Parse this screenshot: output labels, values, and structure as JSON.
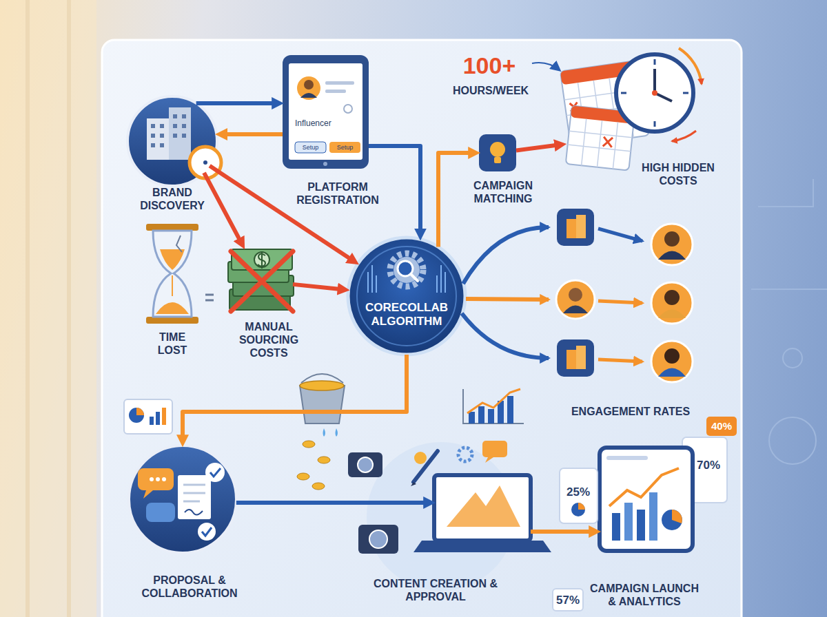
{
  "diagram": {
    "nodes": [
      {
        "text": [
          "BRAND DISCOVERY"
        ]
      },
      {
        "text": [
          "PLATFORM REGISTRATION",
          "Influencer",
          "Setup",
          "Setup"
        ]
      },
      {
        "text": [
          "CAMPAIGN MATCHING"
        ]
      },
      {
        "text": [
          "HIGH HIDDEN COSTS"
        ]
      },
      {
        "text": [
          "TIME LOST"
        ]
      },
      {
        "text": [
          "MANUAL SOURCING COSTS"
        ]
      },
      {
        "text": [
          "CORECOLLAB ALGORITHM"
        ]
      },
      {
        "text": [
          "ENGAGEMENT RATES"
        ]
      },
      {
        "text": [
          "PROPOSAL & COLLABORATION"
        ]
      },
      {
        "text": [
          "CONTENT CREATION & APPROVAL"
        ]
      },
      {
        "text": [
          "CAMPAIGN LAUNCH & ANALYTICS",
          "25%",
          "70%",
          "40%",
          "57%"
        ]
      }
    ],
    "edges": [
      {
        "from": 0,
        "to": 1,
        "arrow": "to"
      },
      {
        "from": 1,
        "to": 0,
        "arrow": "to"
      },
      {
        "from": 1,
        "to": 6,
        "arrow": "to"
      },
      {
        "from": 0,
        "to": 6,
        "arrow": "to"
      },
      {
        "from": 0,
        "to": 5,
        "arrow": "to"
      },
      {
        "from": 5,
        "to": 6,
        "arrow": "to"
      },
      {
        "from": 6,
        "to": 2,
        "arrow": "to"
      },
      {
        "from": 2,
        "to": 3,
        "arrow": "to"
      },
      {
        "from": 6,
        "to": 8,
        "arrow": "to"
      },
      {
        "from": 8,
        "to": 9,
        "arrow": "to"
      },
      {
        "from": 9,
        "to": 10,
        "arrow": "to"
      }
    ],
    "labels": [
      "100+",
      "HOURS/WEEK"
    ]
  }
}
